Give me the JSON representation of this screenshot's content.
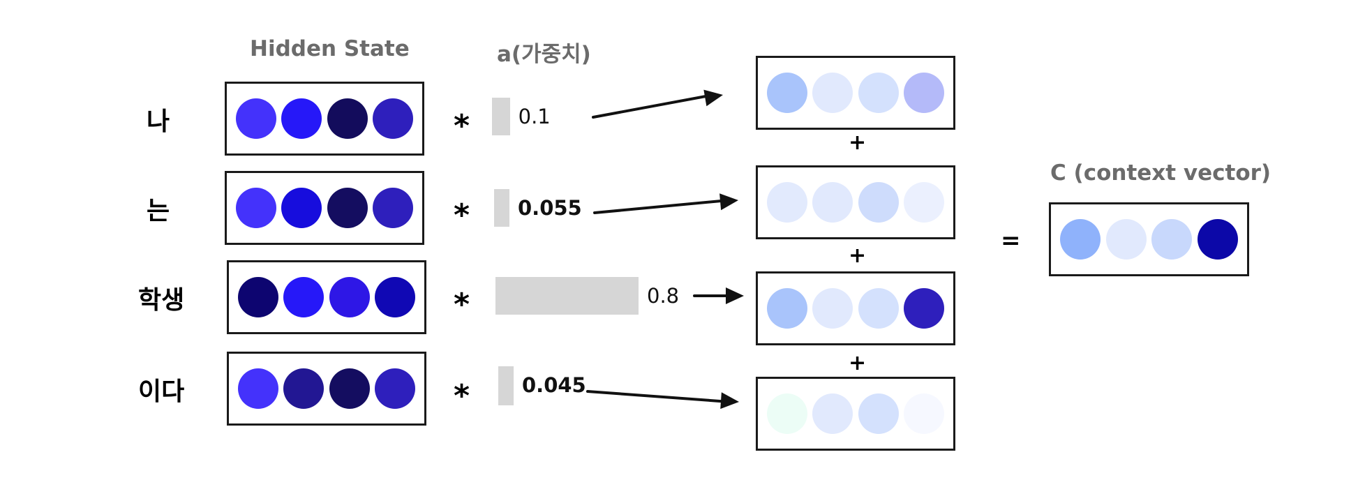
{
  "headers": {
    "hidden_state": "Hidden State",
    "weight": "a(가중치)",
    "context": "C (context vector)"
  },
  "rows": [
    {
      "word": "나",
      "hidden_colors": [
        "#4432fb",
        "#2618f8",
        "#130c5c",
        "#2e1fbc"
      ],
      "weight": 0.1,
      "weight_label": "0.1",
      "weighted_colors": [
        "#a9c4fb",
        "#e1e9fd",
        "#d4e1fd",
        "#b4baf9"
      ]
    },
    {
      "word": "는",
      "hidden_colors": [
        "#4432fb",
        "#170ddd",
        "#140d60",
        "#2e1fbc"
      ],
      "weight": 0.055,
      "weight_label": "0.055",
      "weighted_colors": [
        "#e2eafd",
        "#e1e9fd",
        "#cedcfc",
        "#ebf0fe"
      ]
    },
    {
      "word": "학생",
      "hidden_colors": [
        "#0d0570",
        "#2618f8",
        "#2e17e6",
        "#1008b4"
      ],
      "weight": 0.8,
      "weight_label": "0.8",
      "weighted_colors": [
        "#a9c4fb",
        "#e1e9fd",
        "#d4e1fd",
        "#2e1fbc"
      ]
    },
    {
      "word": "이다",
      "hidden_colors": [
        "#4432fb",
        "#221793",
        "#140d60",
        "#2e1fbc"
      ],
      "weight": 0.045,
      "weight_label": "0.045",
      "weighted_colors": [
        "#ecfdf6",
        "#e1e9fd",
        "#d4e1fd",
        "#f6f8ff"
      ]
    }
  ],
  "operators": {
    "multiply": "*",
    "plus": "+",
    "equals": "="
  },
  "context_colors": [
    "#8fb2fb",
    "#e1e9fd",
    "#c8d8fc",
    "#0c08a8"
  ]
}
